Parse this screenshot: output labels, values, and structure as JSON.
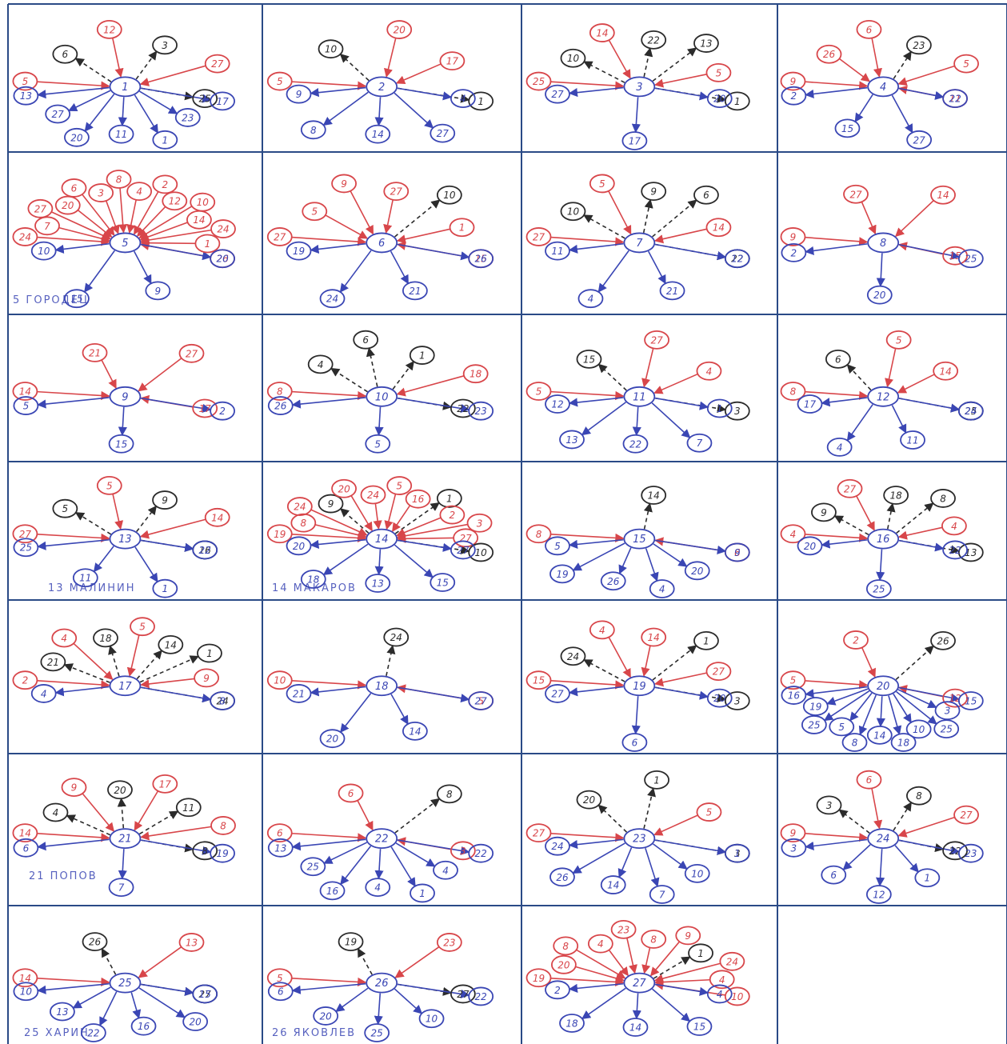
{
  "colors": {
    "mutual": "#3a46b4",
    "positive": "#d8464a",
    "negative": "#2b2b2b",
    "grid": "#2a4a86",
    "paper": "#ffffff"
  },
  "sociograms": [
    {
      "center": "1",
      "red": [
        "5",
        "12",
        "27"
      ],
      "blue": [
        "13",
        "27",
        "20",
        "11",
        "1",
        "23",
        "17"
      ],
      "black": [
        "6",
        "3",
        "25"
      ]
    },
    {
      "center": "2",
      "red": [
        "5",
        "20",
        "17"
      ],
      "blue": [
        "9",
        "8",
        "14",
        "27",
        "4"
      ],
      "black": [
        "10",
        "1"
      ]
    },
    {
      "center": "3",
      "red": [
        "25",
        "14",
        "5"
      ],
      "blue": [
        "27",
        "17",
        "20"
      ],
      "black": [
        "10",
        "22",
        "13",
        "1"
      ]
    },
    {
      "center": "4",
      "red": [
        "9",
        "26",
        "6",
        "5",
        "11"
      ],
      "blue": [
        "2",
        "15",
        "27",
        "22"
      ],
      "black": [
        "23"
      ]
    },
    {
      "center": "5",
      "red": [
        "24",
        "7",
        "27",
        "20",
        "6",
        "3",
        "8",
        "4",
        "2",
        "12",
        "10",
        "14",
        "24",
        "1",
        "26"
      ],
      "blue": [
        "10",
        "15",
        "9",
        "20"
      ],
      "black": []
    },
    {
      "center": "6",
      "red": [
        "27",
        "5",
        "9",
        "27",
        "1",
        "15"
      ],
      "blue": [
        "19",
        "24",
        "21",
        "26"
      ],
      "black": [
        "10"
      ]
    },
    {
      "center": "7",
      "red": [
        "27",
        "5",
        "14"
      ],
      "blue": [
        "11",
        "4",
        "21",
        "12"
      ],
      "black": [
        "10",
        "9",
        "6",
        "22"
      ]
    },
    {
      "center": "8",
      "red": [
        "9",
        "27",
        "14",
        "15"
      ],
      "blue": [
        "2",
        "20",
        "25"
      ],
      "black": []
    },
    {
      "center": "9",
      "red": [
        "14",
        "21",
        "27",
        "17"
      ],
      "blue": [
        "5",
        "15",
        "2"
      ],
      "black": []
    },
    {
      "center": "10",
      "red": [
        "8",
        "18"
      ],
      "blue": [
        "26",
        "5",
        "23"
      ],
      "black": [
        "4",
        "6",
        "1",
        "22"
      ]
    },
    {
      "center": "11",
      "red": [
        "5",
        "27",
        "4"
      ],
      "blue": [
        "12",
        "13",
        "22",
        "7",
        "1"
      ],
      "black": [
        "15",
        "3"
      ]
    },
    {
      "center": "12",
      "red": [
        "8",
        "5",
        "14"
      ],
      "blue": [
        "17",
        "4",
        "11",
        "24"
      ],
      "black": [
        "6",
        "25"
      ]
    },
    {
      "center": "13",
      "red": [
        "27",
        "5",
        "14"
      ],
      "blue": [
        "25",
        "11",
        "1",
        "22"
      ],
      "black": [
        "5",
        "9",
        "16"
      ]
    },
    {
      "center": "14",
      "red": [
        "19",
        "8",
        "24",
        "20",
        "24",
        "5",
        "16",
        "2",
        "3",
        "27"
      ],
      "blue": [
        "20",
        "18",
        "13",
        "15",
        "27"
      ],
      "black": [
        "9",
        "1",
        "10"
      ]
    },
    {
      "center": "15",
      "red": [
        "8",
        "6"
      ],
      "blue": [
        "5",
        "19",
        "26",
        "4",
        "20",
        "9"
      ],
      "black": [
        "14"
      ]
    },
    {
      "center": "16",
      "red": [
        "4",
        "27",
        "4"
      ],
      "blue": [
        "20",
        "25",
        "22"
      ],
      "black": [
        "9",
        "18",
        "8",
        "13"
      ]
    },
    {
      "center": "17",
      "red": [
        "2",
        "4",
        "5",
        "9"
      ],
      "blue": [
        "4",
        "8"
      ],
      "black": [
        "21",
        "18",
        "14",
        "1",
        "24"
      ]
    },
    {
      "center": "18",
      "red": [
        "10",
        "5"
      ],
      "blue": [
        "21",
        "20",
        "14",
        "27"
      ],
      "black": [
        "24"
      ]
    },
    {
      "center": "19",
      "red": [
        "15",
        "4",
        "14",
        "27"
      ],
      "blue": [
        "27",
        "6",
        "20"
      ],
      "black": [
        "24",
        "1",
        "3"
      ]
    },
    {
      "center": "20",
      "red": [
        "5",
        "2",
        "12"
      ],
      "blue": [
        "16",
        "19",
        "25",
        "5",
        "8",
        "14",
        "18",
        "10",
        "25",
        "3",
        "15"
      ],
      "black": [
        "26"
      ]
    },
    {
      "center": "21",
      "red": [
        "14",
        "9",
        "17",
        "8"
      ],
      "blue": [
        "6",
        "7",
        "19"
      ],
      "black": [
        "4",
        "20",
        "11",
        "8"
      ]
    },
    {
      "center": "22",
      "red": [
        "6",
        "6",
        "3"
      ],
      "blue": [
        "13",
        "25",
        "16",
        "4",
        "1",
        "4",
        "22"
      ],
      "black": [
        "8"
      ]
    },
    {
      "center": "23",
      "red": [
        "27",
        "5"
      ],
      "blue": [
        "24",
        "26",
        "14",
        "7",
        "10",
        "1"
      ],
      "black": [
        "20",
        "1",
        "3"
      ]
    },
    {
      "center": "24",
      "red": [
        "9",
        "6",
        "27"
      ],
      "blue": [
        "3",
        "6",
        "12",
        "1",
        "23"
      ],
      "black": [
        "3",
        "8",
        "22"
      ]
    },
    {
      "center": "25",
      "red": [
        "14",
        "13"
      ],
      "blue": [
        "10",
        "13",
        "22",
        "16",
        "20",
        "15"
      ],
      "black": [
        "26",
        "27"
      ]
    },
    {
      "center": "26",
      "red": [
        "5",
        "23"
      ],
      "blue": [
        "6",
        "20",
        "25",
        "10",
        "22"
      ],
      "black": [
        "19",
        "27"
      ]
    },
    {
      "center": "27",
      "red": [
        "19",
        "20",
        "8",
        "4",
        "23",
        "8",
        "9",
        "24",
        "4",
        "10"
      ],
      "blue": [
        "2",
        "18",
        "14",
        "15",
        "4"
      ],
      "black": [
        "1"
      ]
    }
  ],
  "captions": {
    "c5": "5 ГОРОДЕЦ",
    "c13": "13 МАЛИНИН",
    "c14": "14 МАКАРОВ",
    "c21": "21 ПОПОВ",
    "c25": "25 ХАРИН",
    "c26": "26 ЯКОВЛЕВ"
  }
}
